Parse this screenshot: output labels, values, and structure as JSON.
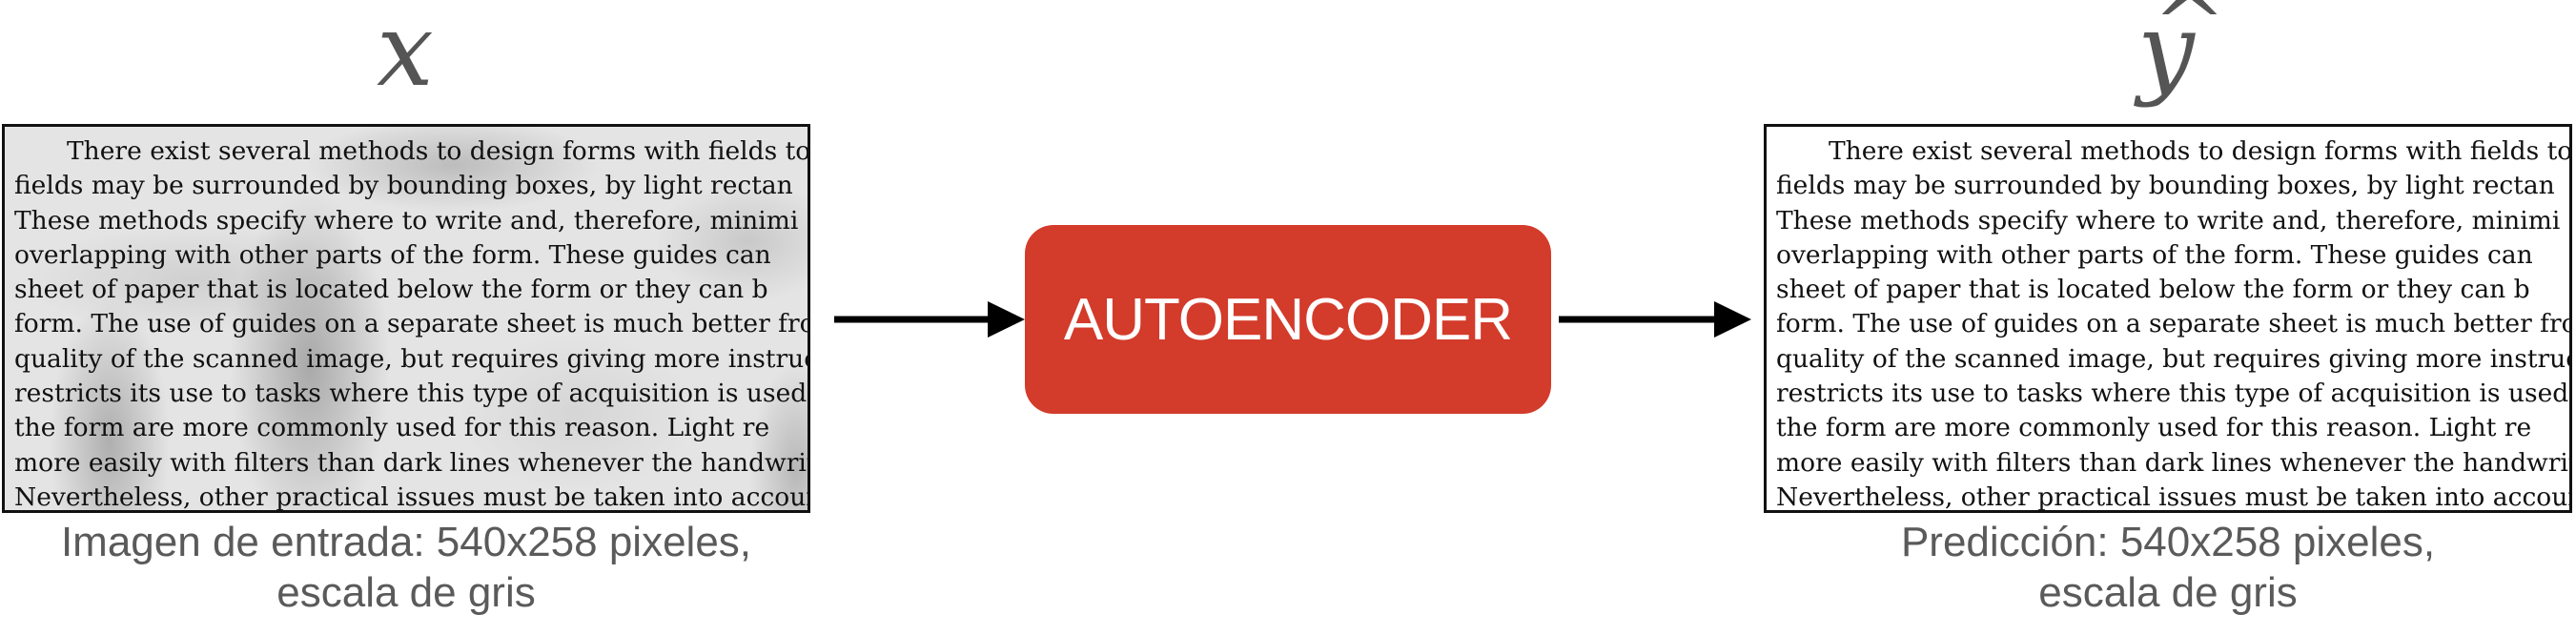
{
  "input": {
    "symbol": "x",
    "caption_lines": [
      "Imagen de entrada: 540x258 pixeles,",
      "escala de gris"
    ],
    "text_lines": [
      "There exist several methods to design forms with fields to",
      "fields may be surrounded by bounding boxes, by light rectan",
      "These methods specify where to write and, therefore, minimi",
      "overlapping with other parts of the form.  These guides can",
      "sheet of paper that is located below the form or they can b",
      "form. The use of guides on a separate sheet is much better fro",
      "quality of the scanned image, but requires giving more instructio",
      "restricts its use to tasks where this type of acquisition is used.",
      "the form are more commonly used for this reason.  Light re",
      "more easily with filters than dark lines whenever the handwritte",
      "Nevertheless, other practical issues must be taken into accoun"
    ]
  },
  "model": {
    "label": "AUTOENCODER",
    "color": "#d33b2b"
  },
  "output": {
    "symbol": "y",
    "caption_lines": [
      "Predicción: 540x258 pixeles,",
      "escala de gris"
    ],
    "text_lines": [
      "There exist several methods to design forms with fields to",
      "fields may be surrounded by bounding boxes, by light rectan",
      "These methods specify where to write and, therefore, minimi",
      "overlapping with other parts of the form.  These guides can",
      "sheet of paper that is located below the form or they can b",
      "form. The use of guides on a separate sheet is much better fro",
      "quality of the scanned image, but requires giving more instructio",
      "restricts its use to tasks where this type of acquisition is used.",
      "the form are more commonly used for this reason.  Light re",
      "more easily with filters than dark lines whenever the handwritte",
      "Nevertheless, other practical issues must be taken into accoun"
    ]
  }
}
